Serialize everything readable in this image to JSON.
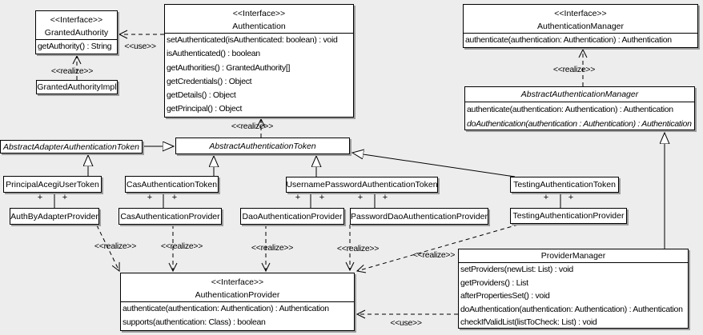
{
  "diagram": {
    "background_color": "#ededed",
    "box_fill": "#ffffff",
    "border_color": "#000000",
    "shadow_color": "#9c9c9c"
  },
  "labels": {
    "use": "<<use>>",
    "realize": "<<realize>>",
    "plus": "+",
    "interface_stereotype": "<<Interface>>"
  },
  "classes": [
    {
      "name": "GrantedAuthority",
      "stereotype": "<<Interface>>",
      "methods": [
        "getAuthority() : String"
      ]
    },
    {
      "name": "GrantedAuthorityImpl",
      "methods": []
    },
    {
      "name": "Authentication",
      "stereotype": "<<Interface>>",
      "methods": [
        "setAuthenticated(isAuthenticated: boolean) : void",
        "isAuthenticated() : boolean",
        "getAuthorities() : GrantedAuthority[]",
        "getCredentials() : Object",
        "getDetails() : Object",
        "getPrincipal() : Object"
      ]
    },
    {
      "name": "AuthenticationManager",
      "stereotype": "<<Interface>>",
      "methods": [
        "authenticate(authentication: Authentication) : Authentication"
      ]
    },
    {
      "name": "AbstractAuthenticationManager",
      "abstract": true,
      "methods": [
        "authenticate(authentication: Authentication) : Authentication",
        "doAuthentication(authentication : Authentication) : Authentication"
      ]
    },
    {
      "name": "AbstractAdapterAuthenticationToken",
      "abstract": true,
      "methods": []
    },
    {
      "name": "AbstractAuthenticationToken",
      "abstract": true,
      "methods": []
    },
    {
      "name": "PrincipalAcegiUserToken",
      "methods": []
    },
    {
      "name": "CasAuthenticationToken",
      "methods": []
    },
    {
      "name": "UsernamePasswordAuthenticationToken",
      "methods": []
    },
    {
      "name": "TestingAuthenticationToken",
      "methods": []
    },
    {
      "name": "AuthByAdapterProvider",
      "methods": []
    },
    {
      "name": "CasAuthenticationProvider",
      "methods": []
    },
    {
      "name": "DaoAuthenticationProvider",
      "methods": []
    },
    {
      "name": "PasswordDaoAuthenticationProvider",
      "methods": []
    },
    {
      "name": "TestingAuthenticationProvider",
      "methods": []
    },
    {
      "name": "AuthenticationProvider",
      "stereotype": "<<Interface>>",
      "methods": [
        "authenticate(authentication: Authentication) : Authentication",
        "supports(authentication: Class) : boolean"
      ]
    },
    {
      "name": "ProviderManager",
      "methods": [
        "setProviders(newList: List) : void",
        "getProviders() : List",
        "afterPropertiesSet() : void",
        "doAuthentication(authentication: Authentication) : Authentication",
        "checkIfValidList(listToCheck: List) : void"
      ]
    }
  ]
}
